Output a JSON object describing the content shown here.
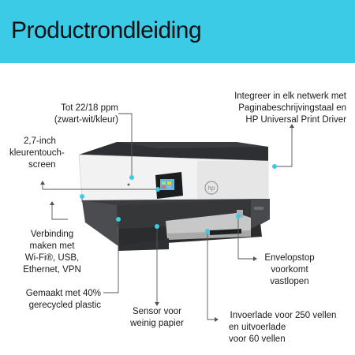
{
  "banner": {
    "title": "Productrondleiding",
    "color": "#3ccbe6"
  },
  "callouts": {
    "ppm": [
      "Tot 22/18 ppm",
      "(zwart-wit/kleur)"
    ],
    "touchscreen": [
      "2,7-inch",
      "kleurentouch-",
      "screen"
    ],
    "network": [
      "Integreer in elk netwerk met",
      "Paginabeschrijvingstaal en",
      "HP Universal Print Driver"
    ],
    "connectivity": [
      "Verbinding",
      "maken met",
      "Wi-Fi®, USB,",
      "Ethernet, VPN"
    ],
    "envelope": [
      "Envelopstop",
      "voorkomt",
      "vastlopen"
    ],
    "recycled": [
      "Gemaakt met 40%",
      "gerecycled plastic"
    ],
    "sensor": [
      "Sensor voor",
      "weinig papier"
    ],
    "trays": [
      "Invoerlade voor 250 vellen",
      "en uitvoerlade",
      "voor 60 vellen"
    ]
  },
  "printer": {
    "logo_text": "hp"
  },
  "colors": {
    "accent": "#3ccbe6",
    "printer_dark": "#2f3134",
    "printer_light": "#f2f2f2"
  }
}
